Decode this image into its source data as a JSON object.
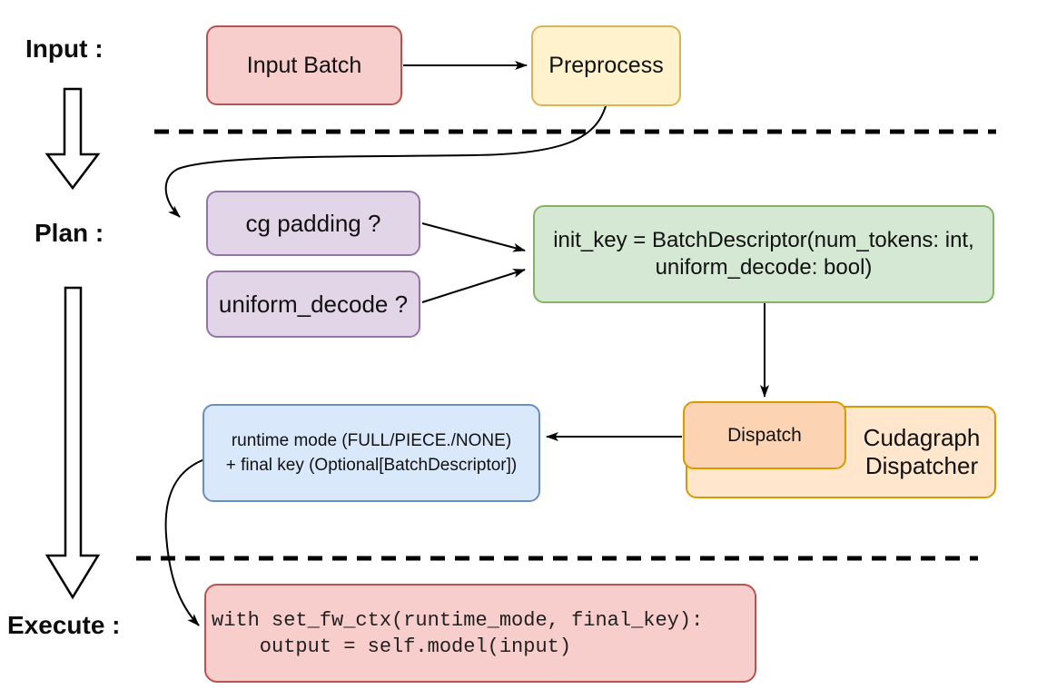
{
  "section_labels": {
    "input": "Input :",
    "plan": "Plan :",
    "execute": "Execute :"
  },
  "nodes": {
    "input_batch": {
      "label": "Input Batch"
    },
    "preprocess": {
      "label": "Preprocess"
    },
    "cg_padding": {
      "label": "cg padding ?"
    },
    "uniform_decode": {
      "label": "uniform_decode ?"
    },
    "init_key": {
      "line1": "init_key = BatchDescriptor(num_tokens: int,",
      "line2": "uniform_decode: bool)"
    },
    "dispatch": {
      "label": "Dispatch"
    },
    "cudagraph_dispatcher": {
      "line1": "Cudagraph",
      "line2": "Dispatcher"
    },
    "runtime_output": {
      "line1": "runtime mode (FULL/PIECE./NONE)",
      "line2": "+ final key (Optional[BatchDescriptor])"
    },
    "execute_code": {
      "line1": "with set_fw_ctx(runtime_mode, final_key):",
      "line2": "    output = self.model(input)"
    }
  },
  "colors": {
    "red_fill": "#f8cecc",
    "red_stroke": "#b85450",
    "yellow_fill": "#fff2cc",
    "yellow_stroke": "#d6b656",
    "purple_fill": "#e1d5e7",
    "purple_stroke": "#9673a6",
    "green_fill": "#d5e8d4",
    "green_stroke": "#82b366",
    "blue_fill": "#dae8fc",
    "blue_stroke": "#6c8ebf",
    "orange_fill": "#ffe6cc",
    "orange_inner_fill": "#fcd4b4",
    "orange_stroke": "#d79b00",
    "line": "#000000",
    "background": "#ffffff"
  }
}
